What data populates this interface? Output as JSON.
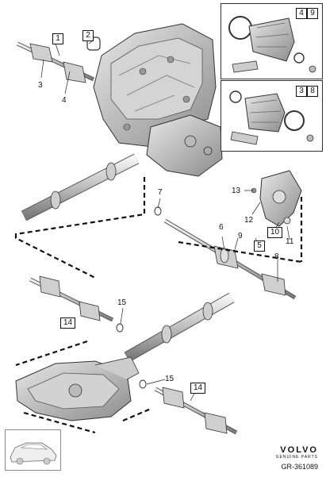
{
  "callouts": {
    "c1": "1",
    "c2": "2",
    "c3": "3",
    "c4": "4",
    "c5": "5",
    "c6": "6",
    "c7": "7",
    "c8": "8",
    "c9": "9",
    "c10": "10",
    "c11": "11",
    "c12": "12",
    "c13": "13",
    "c14a": "14",
    "c14b": "14",
    "c15a": "15",
    "c15b": "15"
  },
  "insets": {
    "top": {
      "a": "4",
      "b": "9"
    },
    "bottom": {
      "a": "3",
      "b": "8"
    }
  },
  "brand": {
    "name": "VOLVO",
    "sub": "GENUINE PARTS"
  },
  "reference": "GR-361089"
}
